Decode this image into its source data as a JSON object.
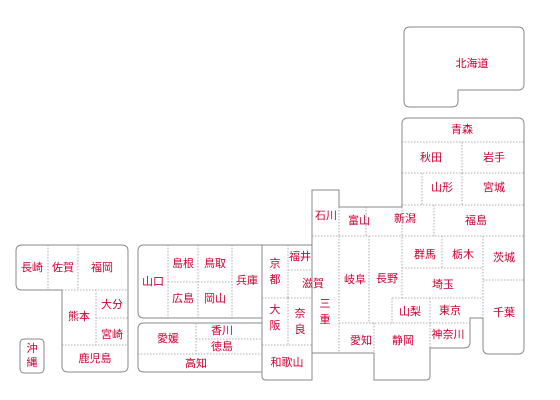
{
  "map": {
    "label_color": "#cc0033",
    "border_color": "#8a8a8a",
    "prefectures": {
      "hokkaido": "北海道",
      "aomori": "青森",
      "akita": "秋田",
      "iwate": "岩手",
      "yamagata": "山形",
      "miyagi": "宮城",
      "fukushima": "福島",
      "niigata": "新潟",
      "ibaraki": "茨城",
      "tochigi": "栃木",
      "gunma": "群馬",
      "saitama": "埼玉",
      "chiba": "千葉",
      "tokyo": "東京",
      "kanagawa": "神奈川",
      "yamanashi": "山梨",
      "nagano": "長野",
      "toyama": "富山",
      "ishikawa": "石川",
      "fukui": "福井",
      "gifu": "岐阜",
      "shizuoka": "静岡",
      "aichi": "愛知",
      "mie": "三重",
      "shiga": "滋賀",
      "kyoto": "京都",
      "osaka": "大阪",
      "nara": "奈良",
      "wakayama": "和歌山",
      "hyogo": "兵庫",
      "tottori": "鳥取",
      "shimane": "島根",
      "okayama": "岡山",
      "hiroshima": "広島",
      "yamaguchi": "山口",
      "kagawa": "香川",
      "tokushima": "徳島",
      "ehime": "愛媛",
      "kochi": "高知",
      "fukuoka": "福岡",
      "saga": "佐賀",
      "nagasaki": "長崎",
      "oita": "大分",
      "kumamoto": "熊本",
      "miyazaki": "宮崎",
      "kagoshima": "鹿児島",
      "okinawa": "沖縄"
    }
  }
}
